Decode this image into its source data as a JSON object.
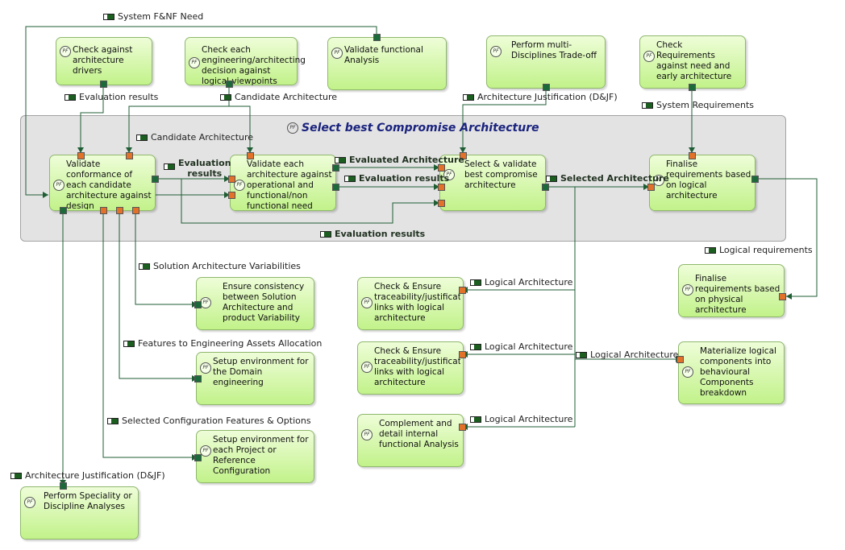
{
  "diagram": {
    "group_title": "Select best Compromise Architecture",
    "activities": [
      {
        "id": "a1",
        "label": "Check against architecture drivers"
      },
      {
        "id": "a2",
        "label": "Check each engineering/architecting decision against logical viewpoints"
      },
      {
        "id": "a3",
        "label": "Validate functional Analysis"
      },
      {
        "id": "a4",
        "label": "Perform multi-Disciplines Trade-off"
      },
      {
        "id": "a5",
        "label": "Check Requirements against need and early architecture"
      },
      {
        "id": "b1",
        "label": "Validate conformance of each candidate architecture against design expectation..."
      },
      {
        "id": "b2",
        "label": "Validate each architecture against operational and functional/non functional need"
      },
      {
        "id": "b3",
        "label": "Select & validate best compromise architecture"
      },
      {
        "id": "b4",
        "label": "Finalise requirements based on logical architecture"
      },
      {
        "id": "c1",
        "label": "Finalise requirements based on physical architecture"
      },
      {
        "id": "d1",
        "label": "Ensure consistency between Solution Architecture and product Variability"
      },
      {
        "id": "d2",
        "label": "Setup environment for the Domain engineering"
      },
      {
        "id": "d3",
        "label": "Setup environment for each Project or Reference Configuration"
      },
      {
        "id": "e1",
        "label": "Check & Ensure traceability/justification links with logical architecture"
      },
      {
        "id": "e2",
        "label": "Check & Ensure traceability/justification links with logical architecture"
      },
      {
        "id": "e3",
        "label": "Complement  and detail internal functional Analysis"
      },
      {
        "id": "f1",
        "label": "Materialize logical components into behavioural Components breakdown"
      },
      {
        "id": "g1",
        "label": "Perform Speciality or Discipline Analyses"
      }
    ],
    "flow_labels": {
      "system_need": "System F&NF Need",
      "eval_results_top": "Evaluation results",
      "candidate_arch_top": "Candidate Architecture",
      "arch_justif_top": "Architecture Justification (D&JF)",
      "system_requirements": "System Requirements",
      "candidate_arch_inner": "Candidate Architecture",
      "eval_results_inner_a": "Evaluation",
      "eval_results_inner_b": "results",
      "evaluated_arch": "Evaluated Architecture",
      "eval_results_mid": "Evaluation results",
      "selected_arch": "Selected Architecture",
      "eval_results_bottom": "Evaluation results",
      "logical_requirements": "Logical requirements",
      "solution_variability": "Solution Architecture Variabilities",
      "features_allocation": "Features to Engineering Assets Allocation",
      "selected_config": "Selected Configuration Features & Options",
      "arch_justif_bottom": "Architecture Justification (D&JF)",
      "logical_arch_1": "Logical Architecture",
      "logical_arch_2": "Logical Architecture",
      "logical_arch_3": "Logical Architecture",
      "logical_arch_4": "Logical Architecture"
    },
    "pf_marker": "PF"
  }
}
